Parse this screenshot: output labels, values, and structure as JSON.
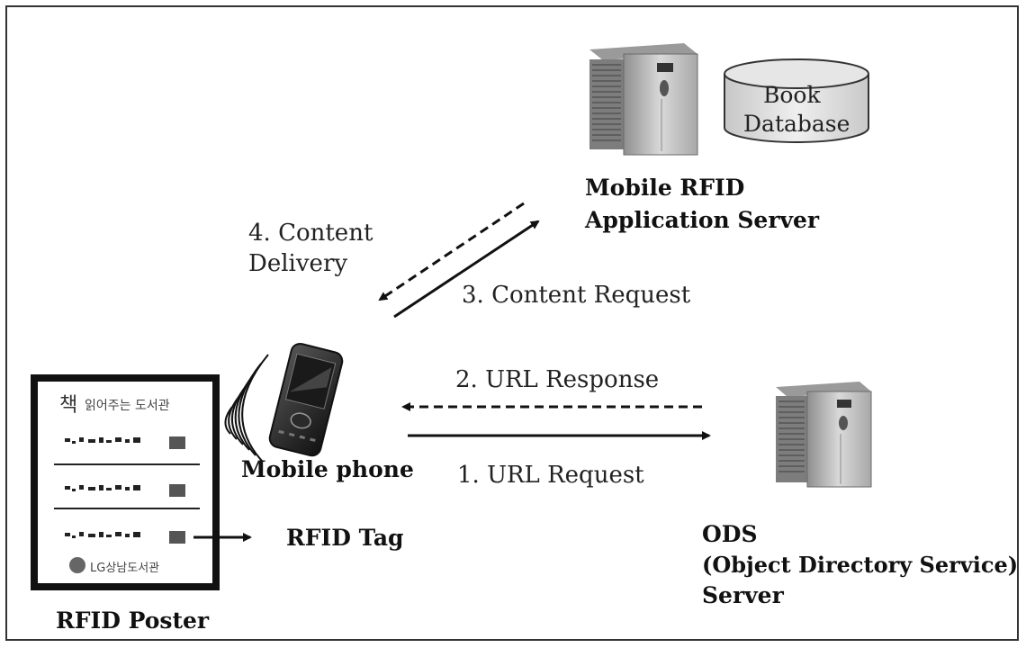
{
  "nodes": {
    "app_server": {
      "title_line1": "Mobile RFID",
      "title_line2": "Application Server"
    },
    "database": {
      "line1": "Book",
      "line2": "Database"
    },
    "ods": {
      "line1": "ODS",
      "line2": "(Object Directory Service)",
      "line3": "Server"
    },
    "phone": {
      "label": "Mobile phone"
    },
    "poster": {
      "label": "RFID Poster",
      "header_big": "책",
      "header_small": "읽어주는 도서관",
      "footer": "LG상남도서관"
    },
    "tag": {
      "label": "RFID Tag"
    }
  },
  "edges": {
    "e1": {
      "label": "1. URL Request",
      "style": "solid"
    },
    "e2": {
      "label": "2. URL Response",
      "style": "dashed"
    },
    "e3": {
      "label": "3. Content Request",
      "style": "solid"
    },
    "e4": {
      "label_line1": "4. Content",
      "label_line2": "Delivery",
      "style": "dashed"
    }
  }
}
